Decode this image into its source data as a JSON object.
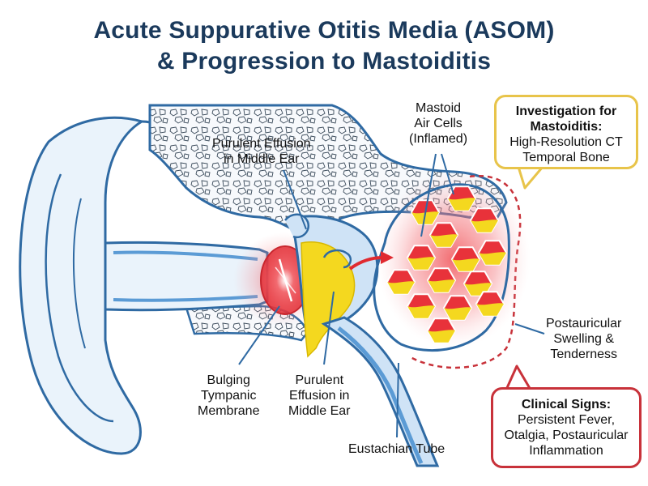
{
  "title": {
    "line1": "Acute Suppurative Otitis Media (ASOM)",
    "line2": "& Progression to Mastoiditis"
  },
  "labels": {
    "purulent_top_1": "Purulent Effusion",
    "purulent_top_2": "in Middle Ear",
    "mastoid_1": "Mastoid",
    "mastoid_2": "Air Cells",
    "mastoid_3": "(Inflamed)",
    "bulging_1": "Bulging",
    "bulging_2": "Tympanic",
    "bulging_3": "Membrane",
    "purulent_bottom_1": "Purulent",
    "purulent_bottom_2": "Effusion in",
    "purulent_bottom_3": "Middle Ear",
    "eustachian": "Eustachian Tube",
    "postauricular_1": "Postauricular",
    "postauricular_2": "Swelling &",
    "postauricular_3": "Tenderness"
  },
  "investigation_box": {
    "heading_1": "Investigation for",
    "heading_2": "Mastoiditis:",
    "text_1": "High-Resolution CT",
    "text_2": "Temporal Bone"
  },
  "clinical_box": {
    "heading": "Clinical Signs:",
    "text_1": "Persistent Fever,",
    "text_2": "Otalgia, Postauricular",
    "text_3": "Inflammation"
  },
  "colors": {
    "outline": "#2f6aa3",
    "tissue_light": "#e6f0fa",
    "bone_fill": "#f7f9fc",
    "pus_yellow": "#f4d81f",
    "inflamed_red": "#e8323a",
    "canal_blue": "#5b9bd5",
    "title_navy": "#1b3a5c",
    "callout_yellow": "#e8c44a",
    "callout_red": "#c8323a"
  }
}
